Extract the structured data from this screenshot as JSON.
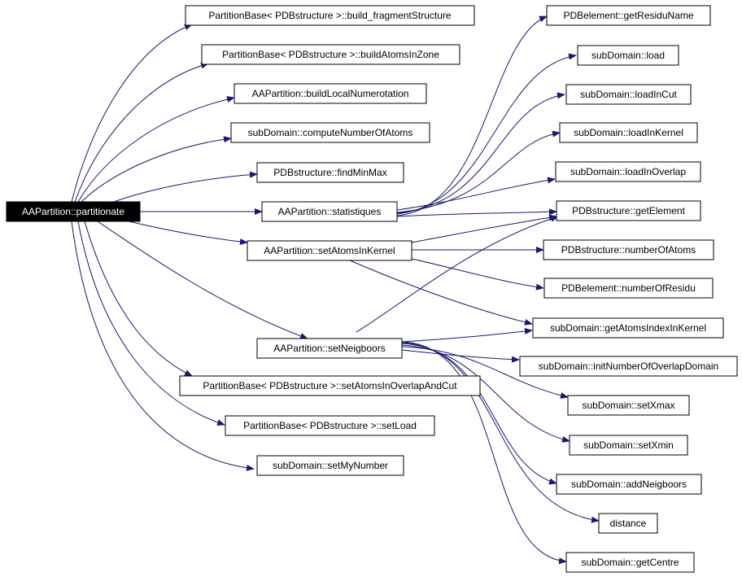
{
  "colors": {
    "edge": "#191970",
    "root_fill": "#000000",
    "root_text": "#ffffff",
    "node_border": "#000000"
  },
  "nodes": {
    "root": "AAPartition::partitionate",
    "build_fragment": "PartitionBase< PDBstructure >::build_fragmentStructure",
    "build_atoms_in_zone": "PartitionBase< PDBstructure >::buildAtomsInZone",
    "build_local_num": "AAPartition::buildLocalNumerotation",
    "compute_num_atoms": "subDomain::computeNumberOfAtoms",
    "find_min_max": "PDBstructure::findMinMax",
    "statistiques": "AAPartition::statistiques",
    "set_atoms_in_kernel": "AAPartition::setAtomsInKernel",
    "set_neigboors": "AAPartition::setNeigboors",
    "set_atoms_overlap_cut": "PartitionBase< PDBstructure >::setAtomsInOverlapAndCut",
    "set_load": "PartitionBase< PDBstructure >::setLoad",
    "set_my_number": "subDomain::setMyNumber",
    "get_residu_name": "PDBelement::getResiduName",
    "load": "subDomain::load",
    "load_in_cut": "subDomain::loadInCut",
    "load_in_kernel": "subDomain::loadInKernel",
    "load_in_overlap": "subDomain::loadInOverlap",
    "get_element": "PDBstructure::getElement",
    "number_of_atoms": "PDBstructure::numberOfAtoms",
    "number_of_residu": "PDBelement::numberOfResidu",
    "get_atoms_index_in_kernel": "subDomain::getAtomsIndexInKernel",
    "init_number_overlap": "subDomain::initNumberOfOverlapDomain",
    "set_xmax": "subDomain::setXmax",
    "set_xmin": "subDomain::setXmin",
    "add_neigboors": "subDomain::addNeigboors",
    "distance": "distance",
    "get_centre": "subDomain::getCentre"
  }
}
